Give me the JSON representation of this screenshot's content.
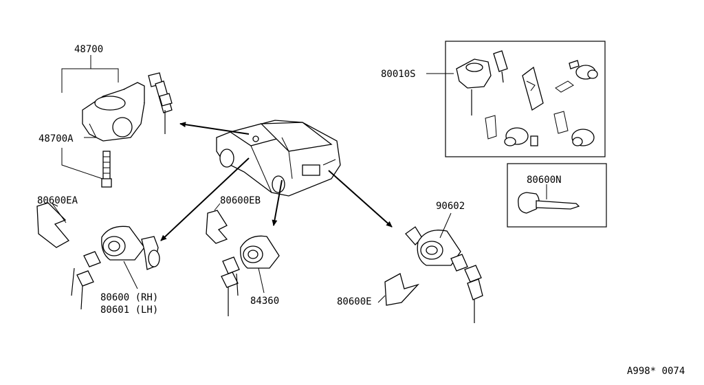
{
  "diagram": {
    "labels": {
      "p48700": "48700",
      "p48700A": "48700A",
      "p80010S": "80010S",
      "p80600N": "80600N",
      "p80600EA": "80600EA",
      "p80600EB": "80600EB",
      "p90602": "90602",
      "p80600RH": "80600 (RH)",
      "p80601LH": "80601 (LH)",
      "p84360": "84360",
      "p80600E": "80600E",
      "ref": "A998* 0074"
    }
  }
}
